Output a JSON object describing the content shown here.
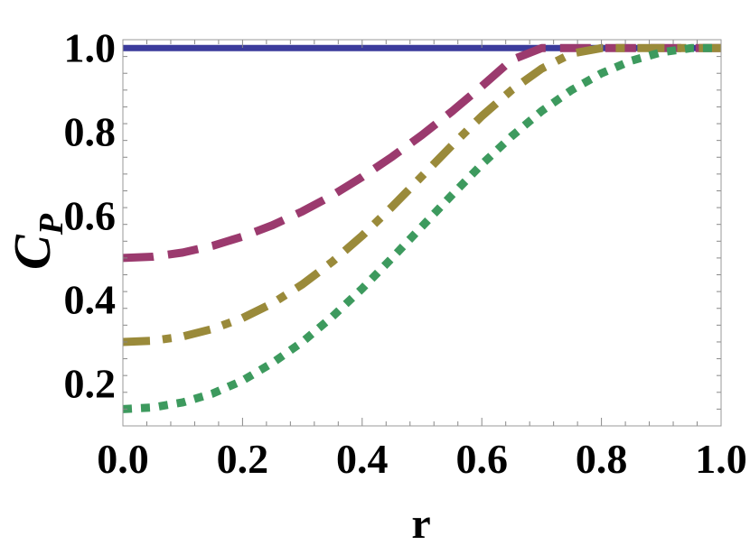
{
  "chart_data": {
    "type": "line",
    "title": "",
    "xlabel": "r",
    "ylabel": {
      "main": "C",
      "sub": "P"
    },
    "xlim": [
      0,
      1
    ],
    "ylim": [
      0.1,
      1.02
    ],
    "xticks": [
      "0.0",
      "0.2",
      "0.4",
      "0.6",
      "0.8",
      "1.0"
    ],
    "yticks": [
      "0.2",
      "0.4",
      "0.6",
      "0.8",
      "1.0"
    ],
    "x": [
      0,
      0.05,
      0.1,
      0.15,
      0.2,
      0.25,
      0.3,
      0.35,
      0.4,
      0.45,
      0.5,
      0.55,
      0.6,
      0.65,
      0.7,
      0.75,
      0.8,
      0.85,
      0.9,
      0.95,
      1.0
    ],
    "series": [
      {
        "color": "#3b3b9c",
        "dash": "solid",
        "values": [
          1,
          1,
          1,
          1,
          1,
          1,
          1,
          1,
          1,
          1,
          1,
          1,
          1,
          1,
          1,
          1,
          1,
          1,
          1,
          1,
          1
        ]
      },
      {
        "color": "#9b3a6e",
        "dash": "dashed",
        "values": [
          0.5,
          0.503,
          0.513,
          0.529,
          0.551,
          0.578,
          0.611,
          0.649,
          0.693,
          0.741,
          0.793,
          0.849,
          0.909,
          0.972,
          1,
          1,
          1,
          1,
          1,
          1,
          1
        ]
      },
      {
        "color": "#9a8a3a",
        "dash": "dashdot",
        "values": [
          0.3,
          0.303,
          0.313,
          0.331,
          0.357,
          0.392,
          0.437,
          0.491,
          0.553,
          0.622,
          0.695,
          0.768,
          0.838,
          0.9,
          0.951,
          0.987,
          1,
          1,
          1,
          1,
          1
        ]
      },
      {
        "color": "#3d9a5e",
        "dash": "dotted",
        "values": [
          0.14,
          0.144,
          0.156,
          0.177,
          0.208,
          0.25,
          0.3,
          0.36,
          0.427,
          0.5,
          0.575,
          0.65,
          0.723,
          0.79,
          0.85,
          0.9,
          0.94,
          0.97,
          0.99,
          1,
          1
        ]
      }
    ],
    "grid": false
  }
}
